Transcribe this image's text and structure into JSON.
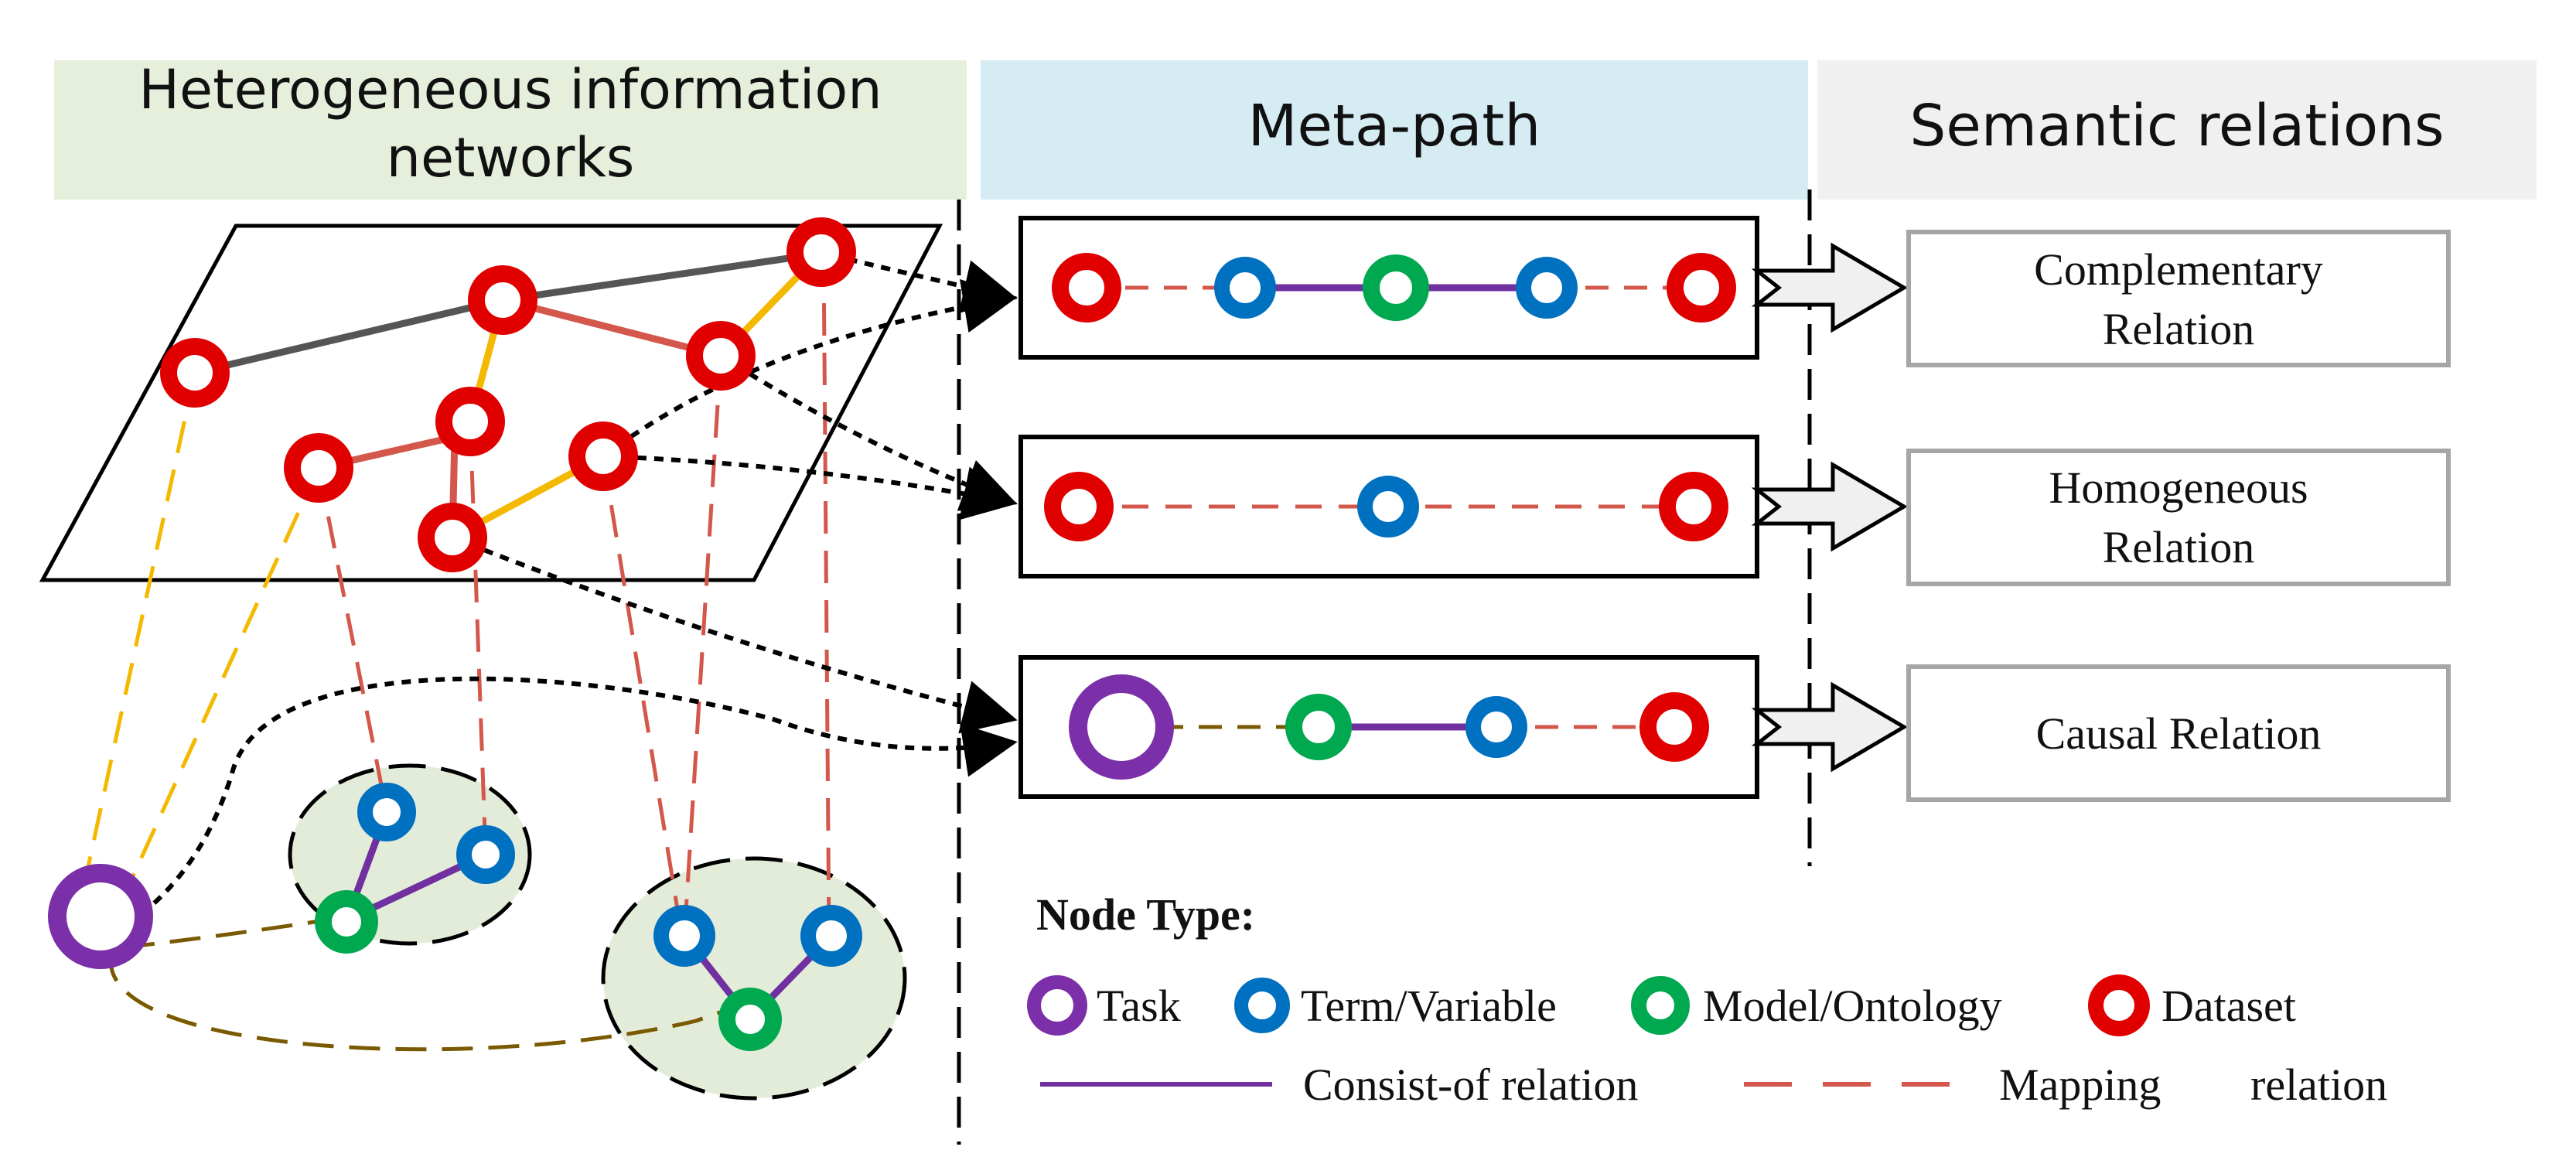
{
  "headers": {
    "hin_line1": "Heterogeneous information",
    "hin_line2": "networks",
    "metapath": "Meta-path",
    "semantic": "Semantic relations"
  },
  "relations": {
    "complementary_line1": "Complementary",
    "complementary_line2": "Relation",
    "homogeneous_line1": "Homogeneous",
    "homogeneous_line2": "Relation",
    "causal": "Causal Relation"
  },
  "legend": {
    "title": "Node Type:",
    "task": "Task",
    "term": "Term/Variable",
    "model": "Model/Ontology",
    "dataset": "Dataset",
    "consist": "Consist-of relation",
    "mapping": "Mapping",
    "mapping_relation": "relation"
  },
  "colors": {
    "task": "#7b2fa8",
    "term": "#0070c0",
    "model": "#00a84f",
    "dataset": "#e00000",
    "consist_line": "#7030a0",
    "mapping_line": "#d4574b",
    "link_gray": "#555555",
    "link_yellow": "#f5b800",
    "link_red": "#d4574b",
    "task_link": "#7a5a00",
    "hin_header_bg": "#e6efdc",
    "metapath_header_bg": "#d5ecf3",
    "semantic_header_bg": "#f0f0f0",
    "cluster_fill": "#e3ecd9"
  },
  "icons": [
    "task-node-icon",
    "term-node-icon",
    "model-node-icon",
    "dataset-node-icon"
  ]
}
